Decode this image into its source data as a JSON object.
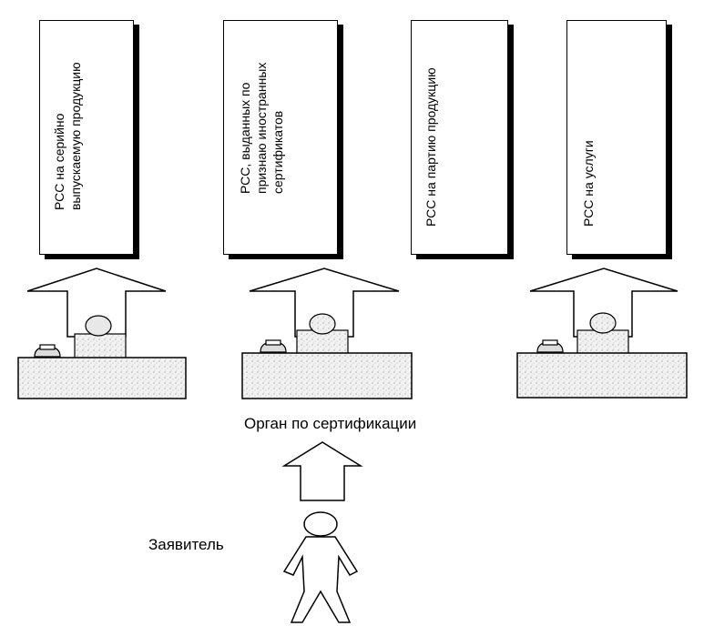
{
  "boxes": [
    {
      "lines": [
        "РСС на серийно",
        "выпускаемую продукцию"
      ]
    },
    {
      "lines": [
        "РСС, выданных по",
        "признаю иностранных",
        "сертификатов"
      ]
    },
    {
      "lines": [
        "РСС на партию  продукцию"
      ]
    },
    {
      "lines": [
        "РСС на услуги"
      ]
    }
  ],
  "body_label": "Орган по сертификации",
  "applicant_label": "Заявитель"
}
